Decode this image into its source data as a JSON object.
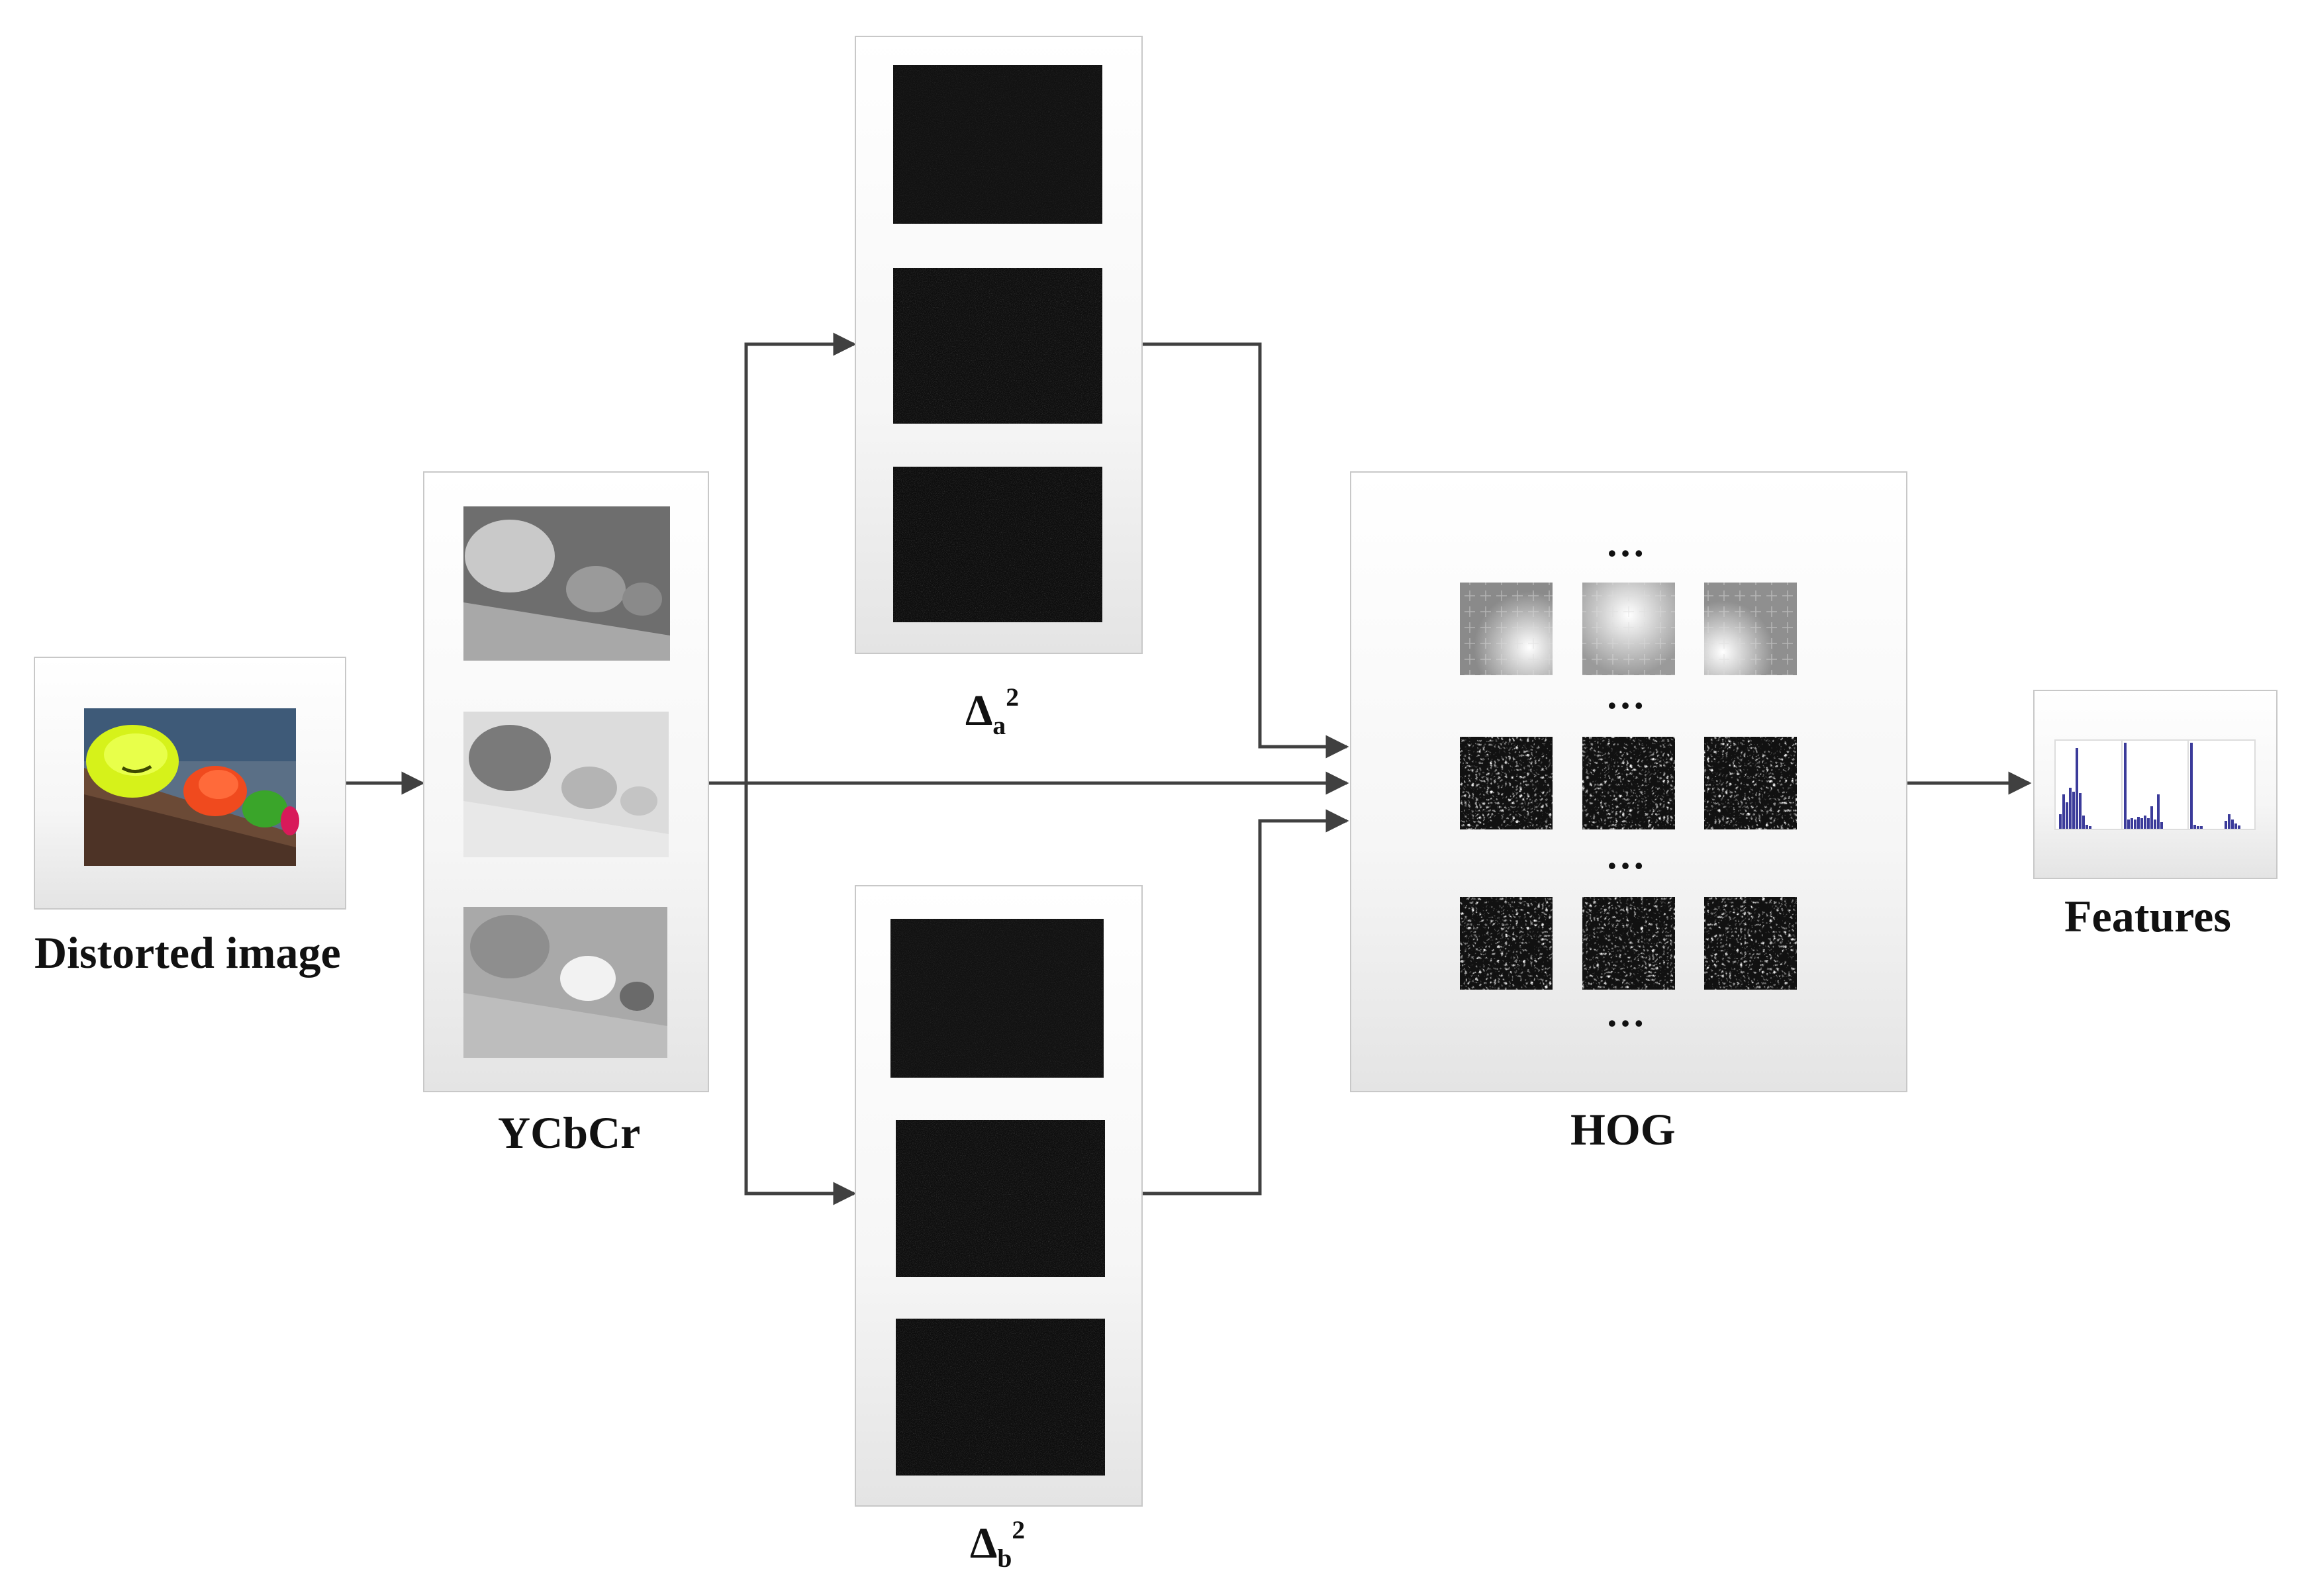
{
  "labels": {
    "distorted": "Distorted image",
    "ycbcr": "YCbCr",
    "delta_a_base": "Δ",
    "delta_a_sub": "a",
    "delta_a_sup": "2",
    "delta_b_base": "Δ",
    "delta_b_sub": "b",
    "delta_b_sup": "2",
    "hog": "HOG",
    "features": "Features",
    "dots": "…"
  },
  "colors": {
    "line": "#404040",
    "panel_top": "#ffffff",
    "panel_bottom": "#e6e6e6",
    "panel_border": "#c8c8c8",
    "histogram": "#3b3b9a"
  },
  "icons": [
    "arrow-icon",
    "histogram-icon"
  ]
}
